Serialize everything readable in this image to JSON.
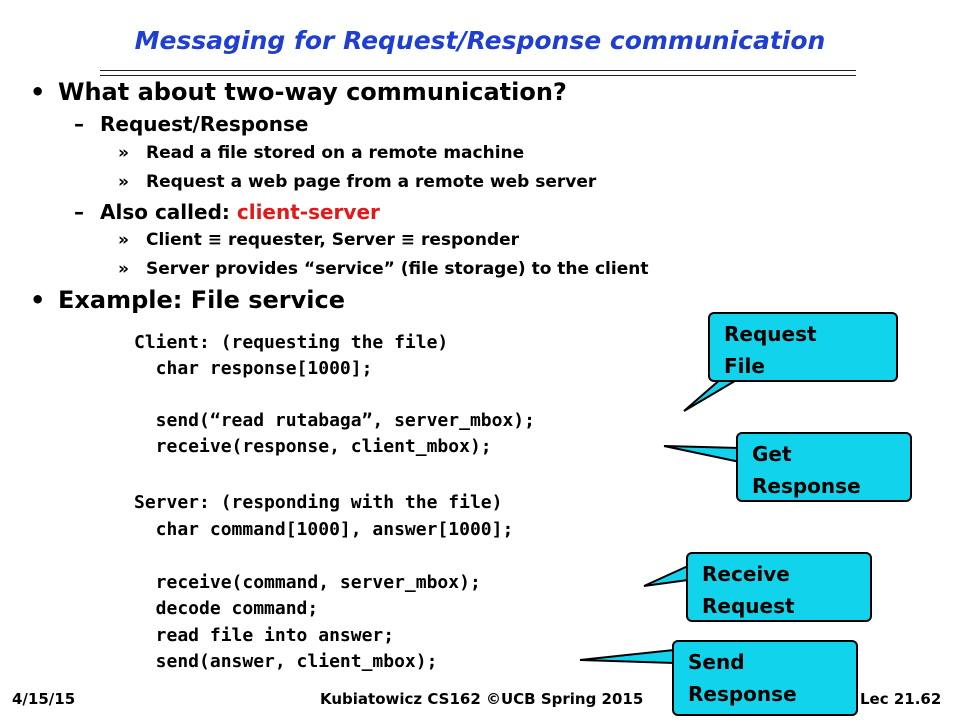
{
  "title": "Messaging for Request/Response communication",
  "bullets": {
    "b1": "What about two-way communication?",
    "b1_dash1": "Request/Response",
    "b1_sub1": "Read a file stored on a remote machine",
    "b1_sub2": "Request a web page from a remote web server",
    "b1_dash2_prefix": "Also called:",
    "b1_dash2_highlight": "client-server",
    "b1_sub3": "Client ≡ requester, Server ≡ responder",
    "b1_sub4": "Server provides “service” (file storage) to the client",
    "b2": "Example: File service"
  },
  "code": {
    "client": [
      "Client: (requesting the file)",
      "  char response[1000];",
      "",
      "  send(“read rutabaga”, server_mbox);",
      "  receive(response, client_mbox);"
    ],
    "server": [
      "Server: (responding with the file)",
      "  char command[1000], answer[1000];",
      "",
      "  receive(command, server_mbox);",
      "  decode command;",
      "  read file into answer;",
      "  send(answer, client_mbox);"
    ]
  },
  "callouts": {
    "request_file": [
      "Request",
      "File"
    ],
    "get_response": [
      "Get",
      "Response"
    ],
    "receive_request": [
      "Receive",
      "Request"
    ],
    "send_response": [
      "Send",
      "Response"
    ]
  },
  "colors": {
    "title": "#1f3fd2",
    "highlight": "#e31818",
    "callout_fill": "#11d3ec"
  },
  "footer": {
    "date": "4/15/15",
    "course": "Kubiatowicz CS162 ©UCB Spring 2015",
    "lecture": "Lec 21.62"
  }
}
